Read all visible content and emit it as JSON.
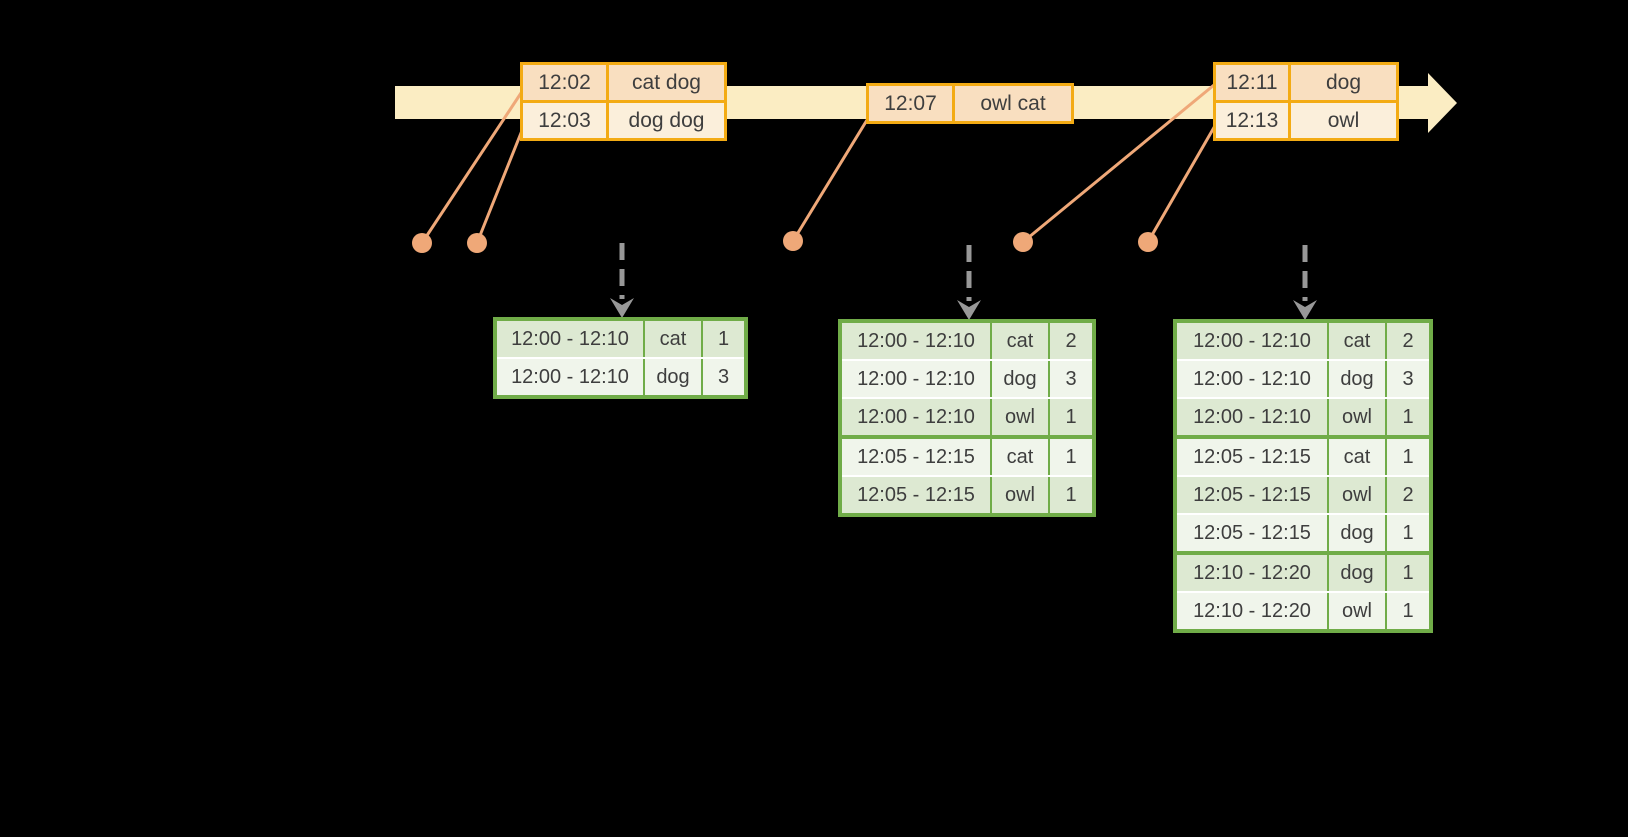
{
  "colors": {
    "background": "#000000",
    "timeline": "#FBEDC3",
    "event_border": "#F3AB14",
    "event_row_odd": "#F9DFC0",
    "event_row_even": "#FBEFDB",
    "connector": "#EFA878",
    "trigger": "#989898",
    "result_border": "#70AC48",
    "result_row_odd": "#DDE9D2",
    "result_row_even": "#F0F5EB",
    "row_separator": "#FFFFFF",
    "text": "#3E3E3E"
  },
  "icons": {
    "timeline_arrow": "right-arrow-band",
    "trigger_arrow": "dashed-down-arrow",
    "event_marker": "dot"
  },
  "event_tables": [
    {
      "rows": [
        {
          "time": "12:02",
          "words": "cat dog"
        },
        {
          "time": "12:03",
          "words": "dog dog"
        }
      ]
    },
    {
      "rows": [
        {
          "time": "12:07",
          "words": "owl cat"
        }
      ]
    },
    {
      "rows": [
        {
          "time": "12:11",
          "words": "dog"
        },
        {
          "time": "12:13",
          "words": "owl"
        }
      ]
    }
  ],
  "result_tables": [
    {
      "rows": [
        {
          "window": "12:00 - 12:10",
          "word": "cat",
          "count": "1"
        },
        {
          "window": "12:00 - 12:10",
          "word": "dog",
          "count": "3"
        }
      ]
    },
    {
      "rows": [
        {
          "window": "12:00 - 12:10",
          "word": "cat",
          "count": "2"
        },
        {
          "window": "12:00 - 12:10",
          "word": "dog",
          "count": "3"
        },
        {
          "window": "12:00 - 12:10",
          "word": "owl",
          "count": "1"
        },
        {
          "window": "12:05 - 12:15",
          "word": "cat",
          "count": "1"
        },
        {
          "window": "12:05 - 12:15",
          "word": "owl",
          "count": "1"
        }
      ]
    },
    {
      "rows": [
        {
          "window": "12:00 - 12:10",
          "word": "cat",
          "count": "2"
        },
        {
          "window": "12:00 - 12:10",
          "word": "dog",
          "count": "3"
        },
        {
          "window": "12:00 - 12:10",
          "word": "owl",
          "count": "1"
        },
        {
          "window": "12:05 - 12:15",
          "word": "cat",
          "count": "1"
        },
        {
          "window": "12:05 - 12:15",
          "word": "owl",
          "count": "2"
        },
        {
          "window": "12:05 - 12:15",
          "word": "dog",
          "count": "1"
        },
        {
          "window": "12:10 - 12:20",
          "word": "dog",
          "count": "1"
        },
        {
          "window": "12:10 - 12:20",
          "word": "owl",
          "count": "1"
        }
      ]
    }
  ]
}
